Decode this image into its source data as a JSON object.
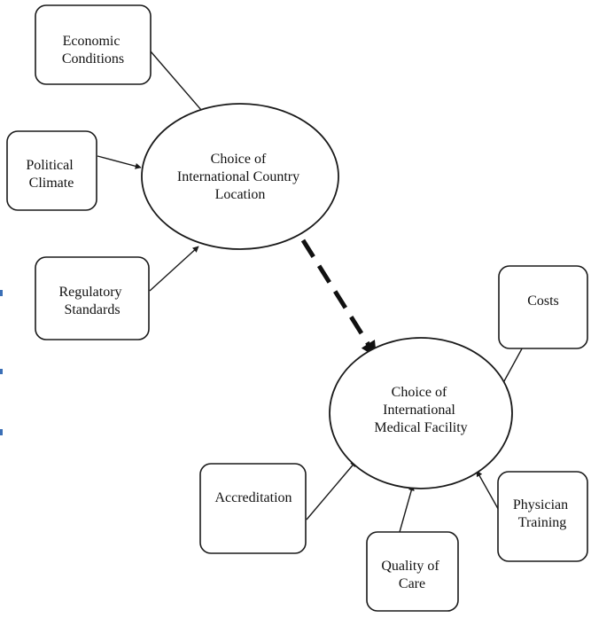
{
  "nodes": {
    "economic_conditions": [
      "Economic",
      "Conditions"
    ],
    "political_climate": [
      "Political",
      "Climate"
    ],
    "regulatory_standards": [
      "Regulatory",
      "Standards"
    ],
    "country_location": [
      "Choice of",
      "International Country",
      "Location"
    ],
    "costs": [
      "Costs"
    ],
    "medical_facility": [
      "Choice of",
      "International",
      "Medical Facility"
    ],
    "accreditation": [
      "Accreditation"
    ],
    "quality_of_care": [
      "Quality of",
      "Care"
    ],
    "physician_training": [
      "Physician",
      "Training"
    ]
  },
  "colors": {
    "ink": "#1a1a1a",
    "margin_marks": "#3b6fb6"
  }
}
